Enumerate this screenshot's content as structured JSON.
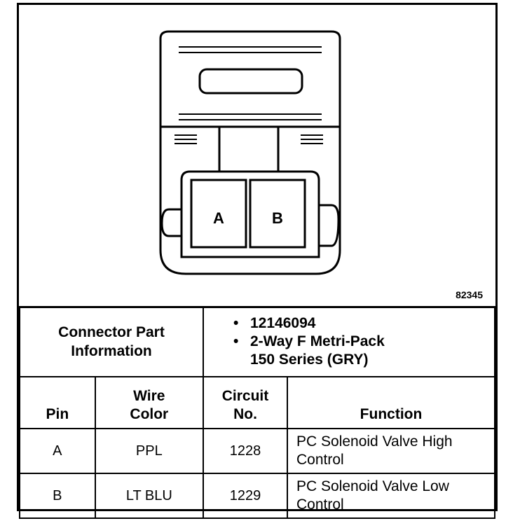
{
  "diagram": {
    "figure_id": "82345",
    "pins": [
      "A",
      "B"
    ]
  },
  "connector_info": {
    "label": "Connector Part Information",
    "label_line1": "Connector Part",
    "label_line2": "Information",
    "items": [
      "12146094",
      "2-Way F Metri-Pack 150 Series (GRY)"
    ],
    "item2_line1": "2-Way F Metri-Pack",
    "item2_line2": "150 Series (GRY)"
  },
  "table": {
    "headers": {
      "pin": "Pin",
      "wire_color_1": "Wire",
      "wire_color_2": "Color",
      "circuit_1": "Circuit",
      "circuit_2": "No.",
      "function": "Function"
    },
    "rows": [
      {
        "pin": "A",
        "wire_color": "PPL",
        "circuit": "1228",
        "function_1": "PC Solenoid Valve High",
        "function_2": "Control"
      },
      {
        "pin": "B",
        "wire_color": "LT BLU",
        "circuit": "1229",
        "function_1": "PC Solenoid Valve Low",
        "function_2": "Control"
      }
    ]
  }
}
